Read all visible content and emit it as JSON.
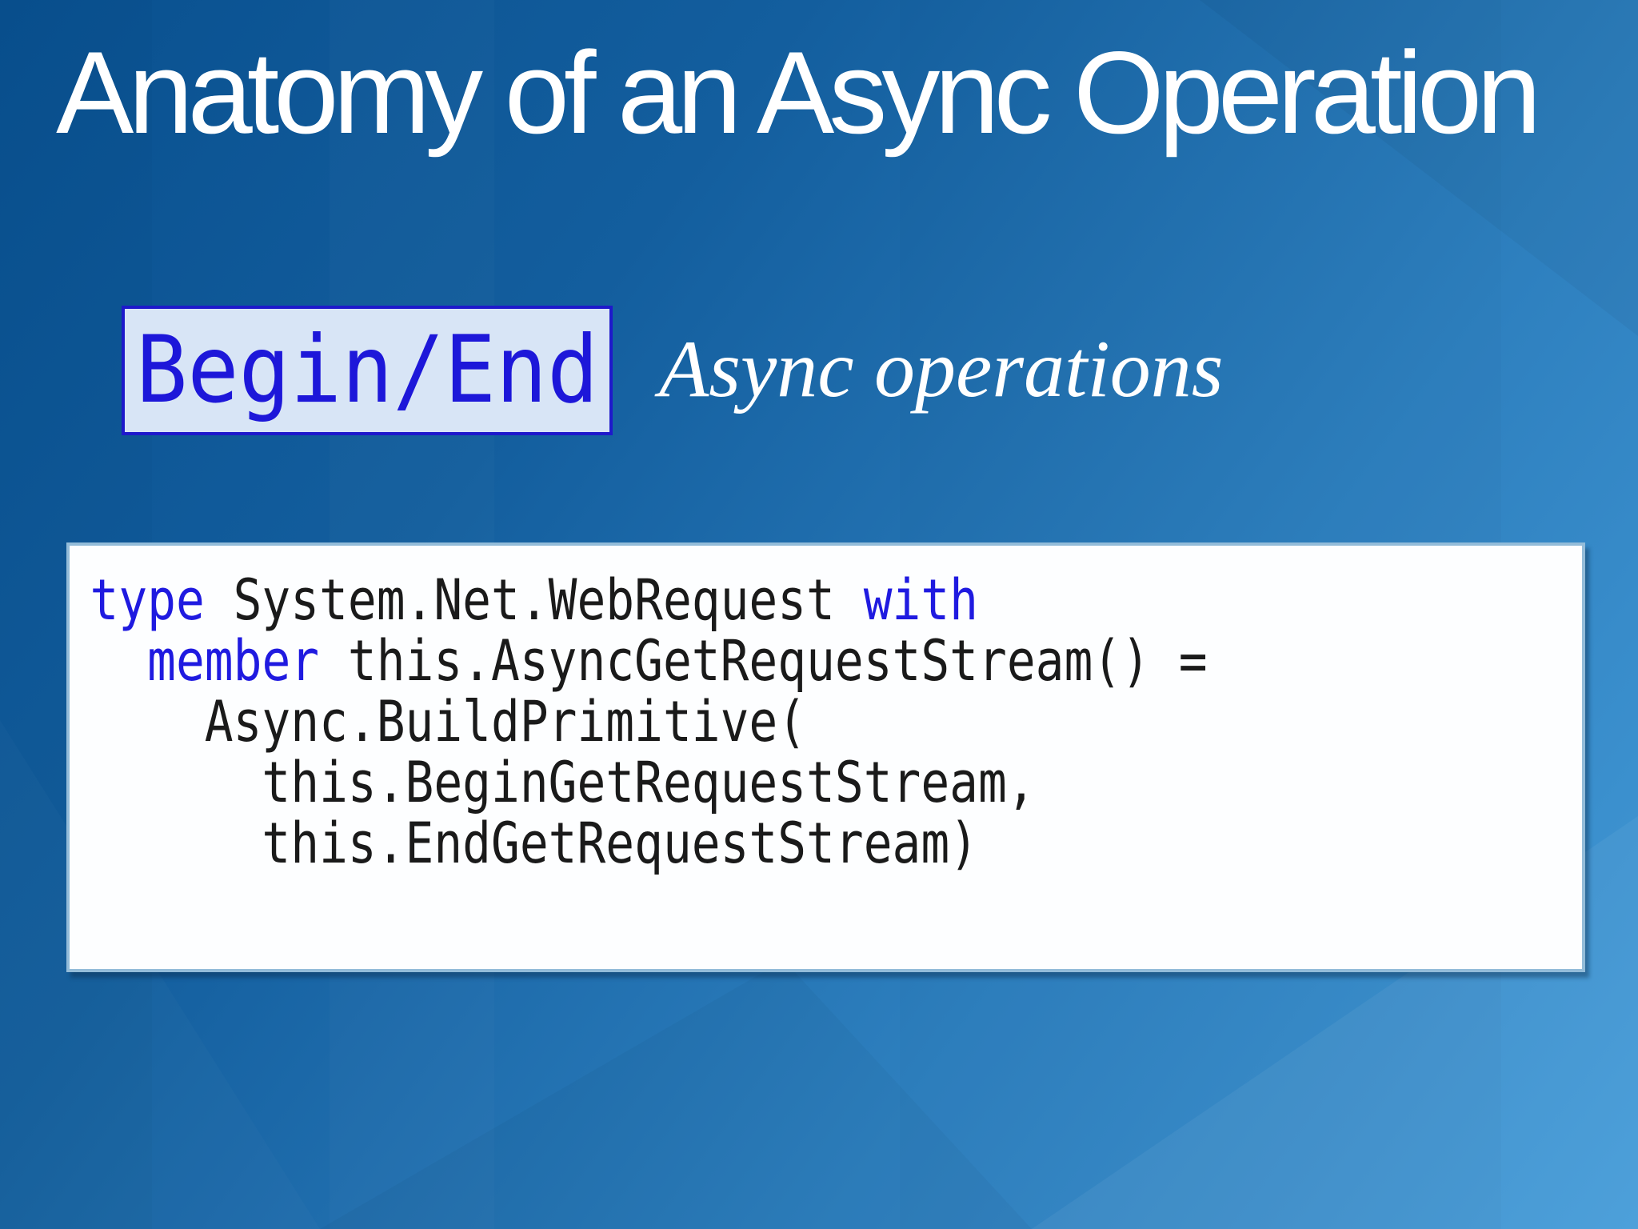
{
  "slide": {
    "title": "Anatomy of an Async Operation"
  },
  "callout": {
    "label": "Begin/End",
    "description": "Async operations"
  },
  "code": {
    "l1_kw1": "type ",
    "l1_t1": "System.Net.WebRequest ",
    "l1_kw2": "with",
    "l2_t0": "  ",
    "l2_kw1": "member",
    "l2_t1": " this.AsyncGetRequestStream() =",
    "l3_t1": "    Async.BuildPrimitive(",
    "l4_t1": "      this.BeginGetRequestStream,",
    "l5_t1": "      this.EndGetRequestStream)"
  },
  "colors": {
    "background_top": "#09508f",
    "background_bottom": "#449bd8",
    "title_text": "#ffffff",
    "keyword_blue": "#1f1ae0",
    "code_text": "#1a1a1a",
    "callout_bg": "#d8e5f6",
    "callout_border": "#1e19cb",
    "callout_text": "#1d17d9",
    "code_box_bg": "#fdfeff",
    "code_box_border": "#93bcd9"
  }
}
